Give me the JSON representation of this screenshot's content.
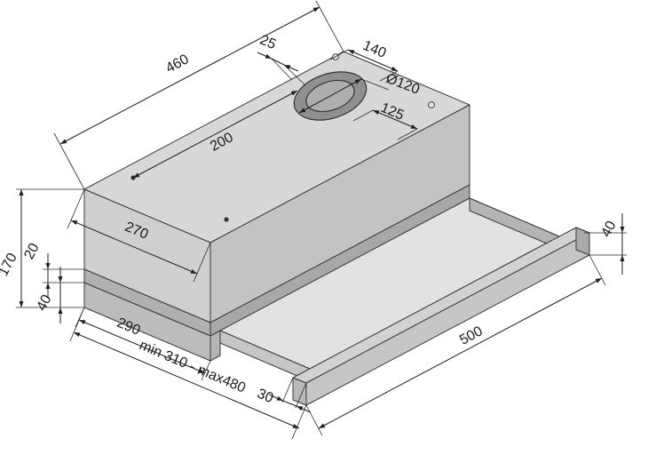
{
  "drawing": {
    "colors": {
      "line": "#2a2a2a",
      "top_face": "#d8d8d8",
      "front_face": "#c3c3c3",
      "side_face": "#cfcfcf",
      "hole": "#8f8f8f"
    },
    "dimensions": {
      "body_width": "460",
      "hole_back_offset": "25",
      "hole_side_offset": "140",
      "hole_diameter": "Ø120",
      "hole_front_offset": "125",
      "mount_offset": "200",
      "top_depth": "270",
      "height_upper": "20",
      "height_total": "170",
      "height_lower": "40",
      "body_depth": "290",
      "depth_range": "min 310 - max480",
      "panel_thickness": "30",
      "panel_width": "500",
      "panel_height": "40"
    }
  }
}
